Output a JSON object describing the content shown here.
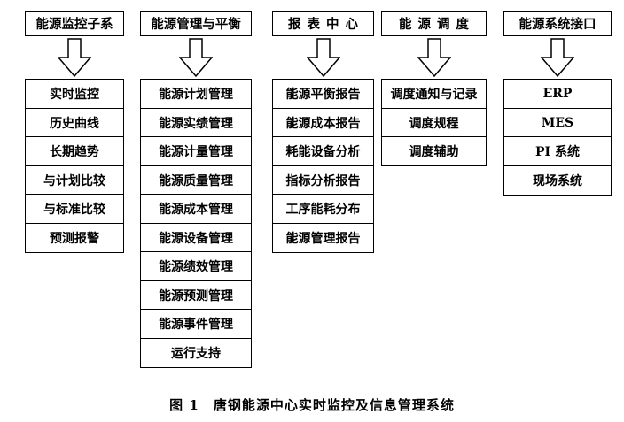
{
  "diagram": {
    "columns": [
      {
        "header": "能源监控子系",
        "items": [
          "实时监控",
          "历史曲线",
          "长期趋势",
          "与计划比较",
          "与标准比较",
          "预测报警"
        ]
      },
      {
        "header": "能源管理与平衡",
        "items": [
          "能源计划管理",
          "能源实绩管理",
          "能源计量管理",
          "能源质量管理",
          "能源成本管理",
          "能源设备管理",
          "能源绩效管理",
          "能源预测管理",
          "能源事件管理",
          "运行支持"
        ]
      },
      {
        "header": "报表中心",
        "items": [
          "能源平衡报告",
          "能源成本报告",
          "耗能设备分析",
          "指标分析报告",
          "工序能耗分布",
          "能源管理报告"
        ]
      },
      {
        "header": "能源调度",
        "items": [
          "调度通知与记录",
          "调度规程",
          "调度辅助"
        ]
      },
      {
        "header": "能源系统接口",
        "items": [
          "ERP",
          "MES",
          "PI 系统",
          "现场系统"
        ]
      }
    ],
    "caption": "图 1　唐钢能源中心实时监控及信息管理系统"
  }
}
